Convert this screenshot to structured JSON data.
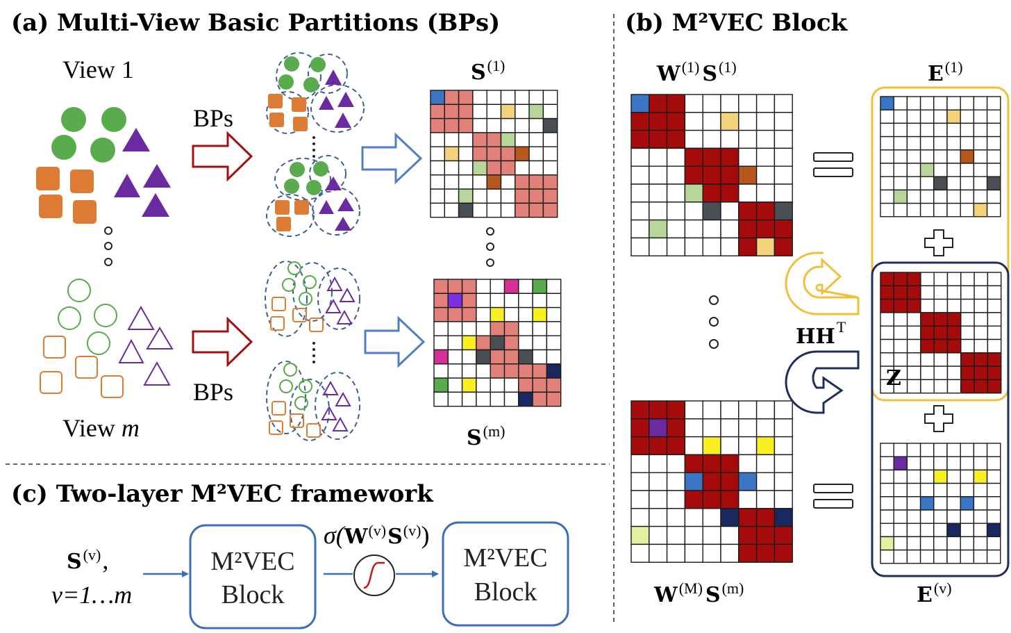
{
  "panel_a": {
    "title": "(a) Multi-View Basic Partitions (BPs)",
    "view1_label": "View 1",
    "viewm_label": "View",
    "viewm_var": "m",
    "bps_label": "BPs",
    "s1_base": "S",
    "s1_sup": "(1)",
    "sm_base": "S",
    "sm_sup": "(m)"
  },
  "panel_b": {
    "title": "(b) M²VEC Block",
    "w1_base": "W",
    "w1_sup": "(1)",
    "s1_base": "S",
    "s1_sup": "(1)",
    "wm_base": "W",
    "wm_sup": "(M)",
    "sm_base": "S",
    "sm_sup": "(m)",
    "e1_base": "E",
    "e1_sup": "(1)",
    "ev_base": "E",
    "ev_sup": "(v)",
    "hht_base": "HH",
    "hht_sup": "T",
    "z_label": "Z"
  },
  "panel_c": {
    "title": "(c) Two-layer M²VEC framework",
    "input_base": "S",
    "input_sup": "(v)",
    "input_comma": ",",
    "input_range": "v=1…m",
    "block1_line1": "M²VEC",
    "block1_line2": "Block",
    "activation_sigma": "σ(",
    "activation_w": "W",
    "activation_w_sup": "(v)",
    "activation_s": "S",
    "activation_s_sup": "(v)",
    "activation_close": ")",
    "block2_line1": "M²VEC",
    "block2_line2": "Block"
  },
  "colors": {
    "green": "#5aaa4e",
    "orange": "#dd7c35",
    "purple": "#6a2aa0",
    "salmon": "#e2807a",
    "dark_red": "#a60b0b",
    "blue": "#3a76c4",
    "yellow_block": "#f2d27a",
    "light_green": "#b8d69a",
    "dark_gray": "#4a4e55",
    "brown": "#b8581f",
    "magenta": "#d62f96",
    "violet": "#7a30e0",
    "bright_yellow": "#f8f020",
    "navy": "#1a2860",
    "gold_frame": "#f0bf3c",
    "navy_frame": "#1f2d5c",
    "red_arrow": "#a30f0f",
    "blue_arrow": "#4f7fc0"
  }
}
